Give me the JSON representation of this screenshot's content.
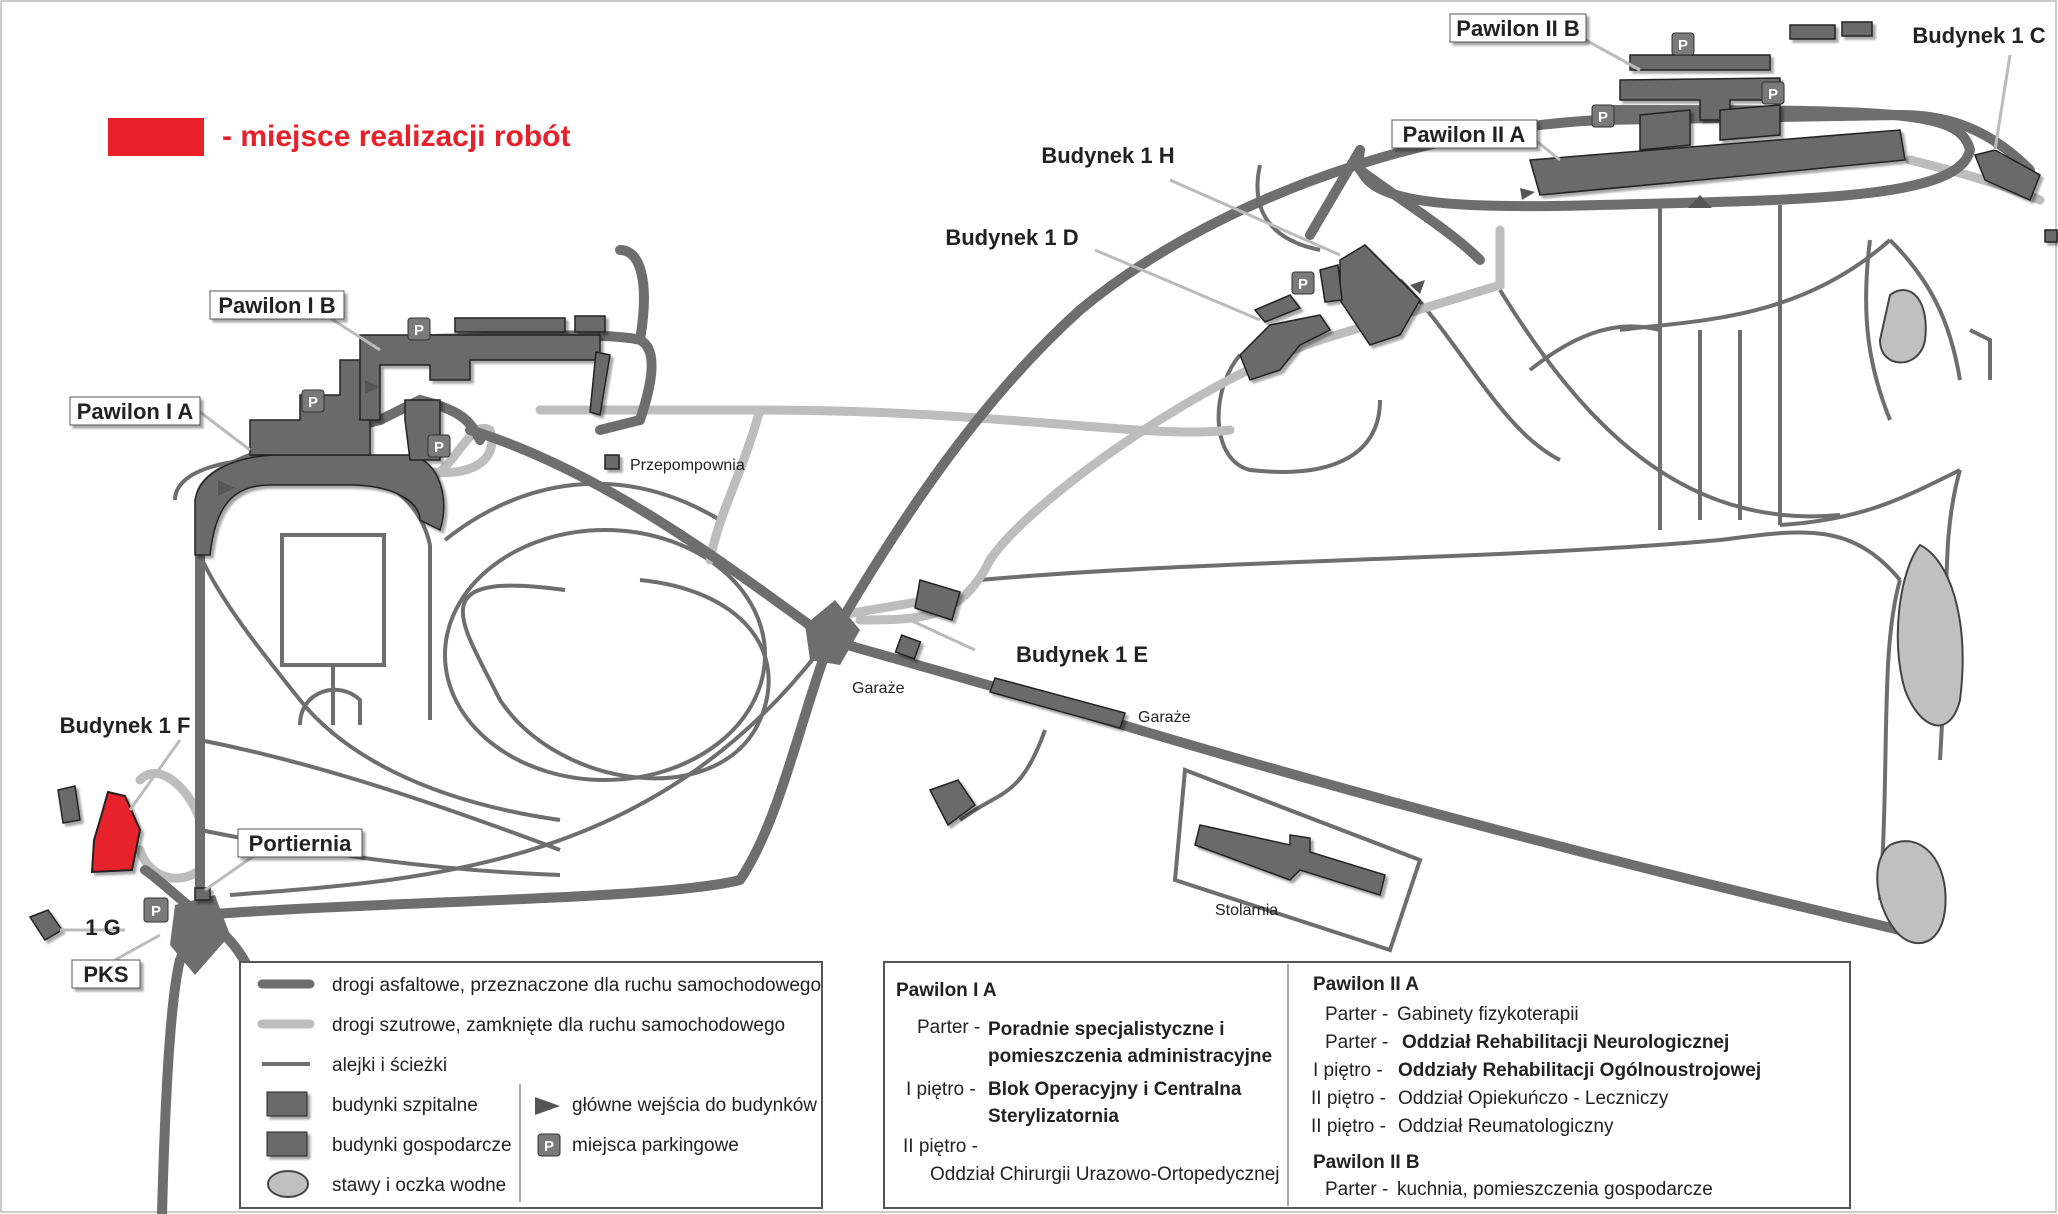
{
  "colors": {
    "asphalt": "#6e6e6e",
    "gravel": "#bdbdbd",
    "path": "#6e6e6e",
    "hospital": "#6a6a6a",
    "utility": "#6a6a6a",
    "water": "#c0c0c0",
    "highlight": "#e8202a"
  },
  "highlight_legend": "- miejsce realizacji robót",
  "labels": {
    "pawilon_ib": "Pawilon I B",
    "pawilon_ia": "Pawilon I A",
    "pawilon_iib": "Pawilon II B",
    "pawilon_iia": "Pawilon II A",
    "budynek_1c": "Budynek 1 C",
    "budynek_1h": "Budynek 1 H",
    "budynek_1d": "Budynek 1 D",
    "budynek_1e": "Budynek 1 E",
    "budynek_1f": "Budynek 1 F",
    "portiernia": "Portiernia",
    "g1": "1 G",
    "pks": "PKS",
    "przepompownia": "Przepompownia",
    "garaze_1": "Garaże",
    "garaze_2": "Garaże",
    "stolarnia": "Stolarnia"
  },
  "parking_letter": "P",
  "legend": {
    "items": [
      {
        "icon": "asphalt-road-icon",
        "text": "drogi asfaltowe, przeznaczone dla ruchu samochodowego"
      },
      {
        "icon": "gravel-road-icon",
        "text": "drogi szutrowe, zamknięte dla ruchu samochodowego"
      },
      {
        "icon": "path-icon",
        "text": "alejki i ścieżki"
      },
      {
        "icon": "hospital-building-icon",
        "text": "budynki szpitalne"
      },
      {
        "icon": "utility-building-icon",
        "text": "budynki gospodarcze"
      },
      {
        "icon": "pond-icon",
        "text": "stawy i oczka wodne"
      },
      {
        "icon": "entrance-arrow-icon",
        "text": "główne wejścia do budynków"
      },
      {
        "icon": "parking-icon",
        "text": "miejsca parkingowe"
      }
    ]
  },
  "info_left": {
    "title": "Pawilon I A",
    "rows": [
      {
        "k": "Parter -",
        "v1": "Poradnie specjalistyczne i",
        "v2": "pomieszczenia administracyjne"
      },
      {
        "k": "I piętro -",
        "v1": "Blok Operacyjny i Centralna",
        "v2": "Sterylizatornia"
      },
      {
        "k": "II piętro -",
        "v1": "Oddział Chirurgii Urazowo-Ortopedycznej"
      }
    ]
  },
  "info_right": {
    "title_a": "Pawilon II A",
    "rows_a": [
      {
        "k": "Parter -",
        "v": "Gabinety fizykoterapii",
        "bold": false
      },
      {
        "k": "Parter -",
        "v": "Oddział Rehabilitacji Neurologicznej",
        "bold": true
      },
      {
        "k": "I piętro -",
        "v": "Oddziały Rehabilitacji Ogólnoustrojowej",
        "bold": true
      },
      {
        "k": "II piętro -",
        "v": "Oddział Opiekuńczo - Leczniczy",
        "bold": false
      },
      {
        "k": "II piętro -",
        "v": "Oddział Reumatologiczny",
        "bold": false
      }
    ],
    "title_b": "Pawilon II B",
    "rows_b": [
      {
        "k": "Parter -",
        "v": "kuchnia, pomieszczenia gospodarcze",
        "bold": false
      }
    ]
  }
}
